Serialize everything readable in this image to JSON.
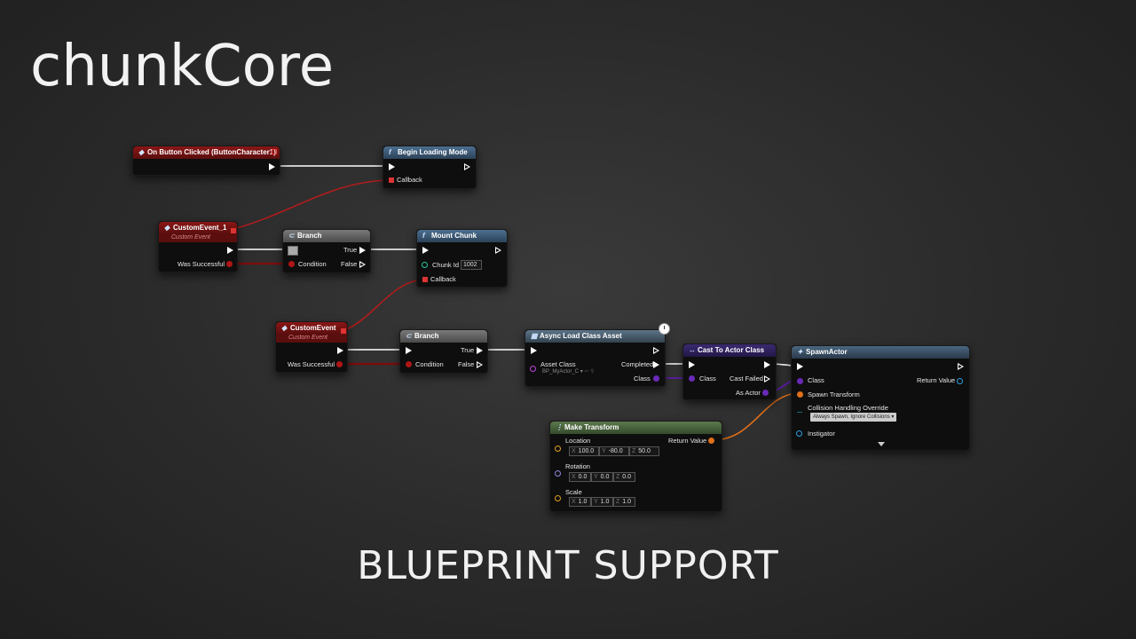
{
  "title": "chunkCore",
  "subtitle": "BLUEPRINT SUPPORT",
  "nodes": {
    "on_button_clicked": {
      "title": "On Button Clicked (ButtonCharacter1)"
    },
    "begin_loading": {
      "title": "Begin Loading Mode",
      "pin_callback": "Callback"
    },
    "custom_event_1": {
      "title": "CustomEvent_1",
      "subtitle": "Custom Event",
      "pin_was_successful": "Was Successful"
    },
    "branch_1": {
      "title": "Branch",
      "pin_true": "True",
      "pin_condition": "Condition",
      "pin_false": "False"
    },
    "mount_chunk": {
      "title": "Mount Chunk",
      "pin_chunk_id": "Chunk Id",
      "chunk_id_value": "1002",
      "pin_callback": "Callback"
    },
    "custom_event": {
      "title": "CustomEvent",
      "subtitle": "Custom Event",
      "pin_was_successful": "Was Successful"
    },
    "branch_2": {
      "title": "Branch",
      "pin_true": "True",
      "pin_condition": "Condition",
      "pin_false": "False"
    },
    "async_load": {
      "title": "Async Load Class Asset",
      "pin_asset_class": "Asset Class",
      "asset_class_value": "BP_MyActor_C",
      "pin_completed": "Completed",
      "pin_class": "Class"
    },
    "cast_to_actor": {
      "title": "Cast To Actor Class",
      "pin_class": "Class",
      "pin_cast_failed": "Cast Failed",
      "pin_as_actor": "As Actor"
    },
    "spawn_actor": {
      "title": "SpawnActor",
      "pin_class": "Class",
      "pin_return_value": "Return Value",
      "pin_spawn_transform": "Spawn Transform",
      "pin_collision": "Collision Handling Override",
      "collision_value": "Always Spawn, Ignore Collisions",
      "pin_instigator": "Instigator"
    },
    "make_transform": {
      "title": "Make Transform",
      "pin_location": "Location",
      "location": {
        "x": "100.0",
        "y": "-80.0",
        "z": "50.0"
      },
      "pin_return_value": "Return Value",
      "pin_rotation": "Rotation",
      "rotation": {
        "x": "0.0",
        "y": "0.0",
        "z": "0.0"
      },
      "pin_scale": "Scale",
      "scale": {
        "x": "1.0",
        "y": "1.0",
        "z": "1.0"
      }
    }
  },
  "axis_labels": {
    "x": "X",
    "y": "Y",
    "z": "Z"
  },
  "colors": {
    "exec_wire": "#ffffff",
    "delegate_wire": "#c02020",
    "bool_wire": "#8a0f0f",
    "class_wire": "#5a1fa0",
    "transform_wire": "#e0701a",
    "object_pin": "#2aa0e0"
  }
}
